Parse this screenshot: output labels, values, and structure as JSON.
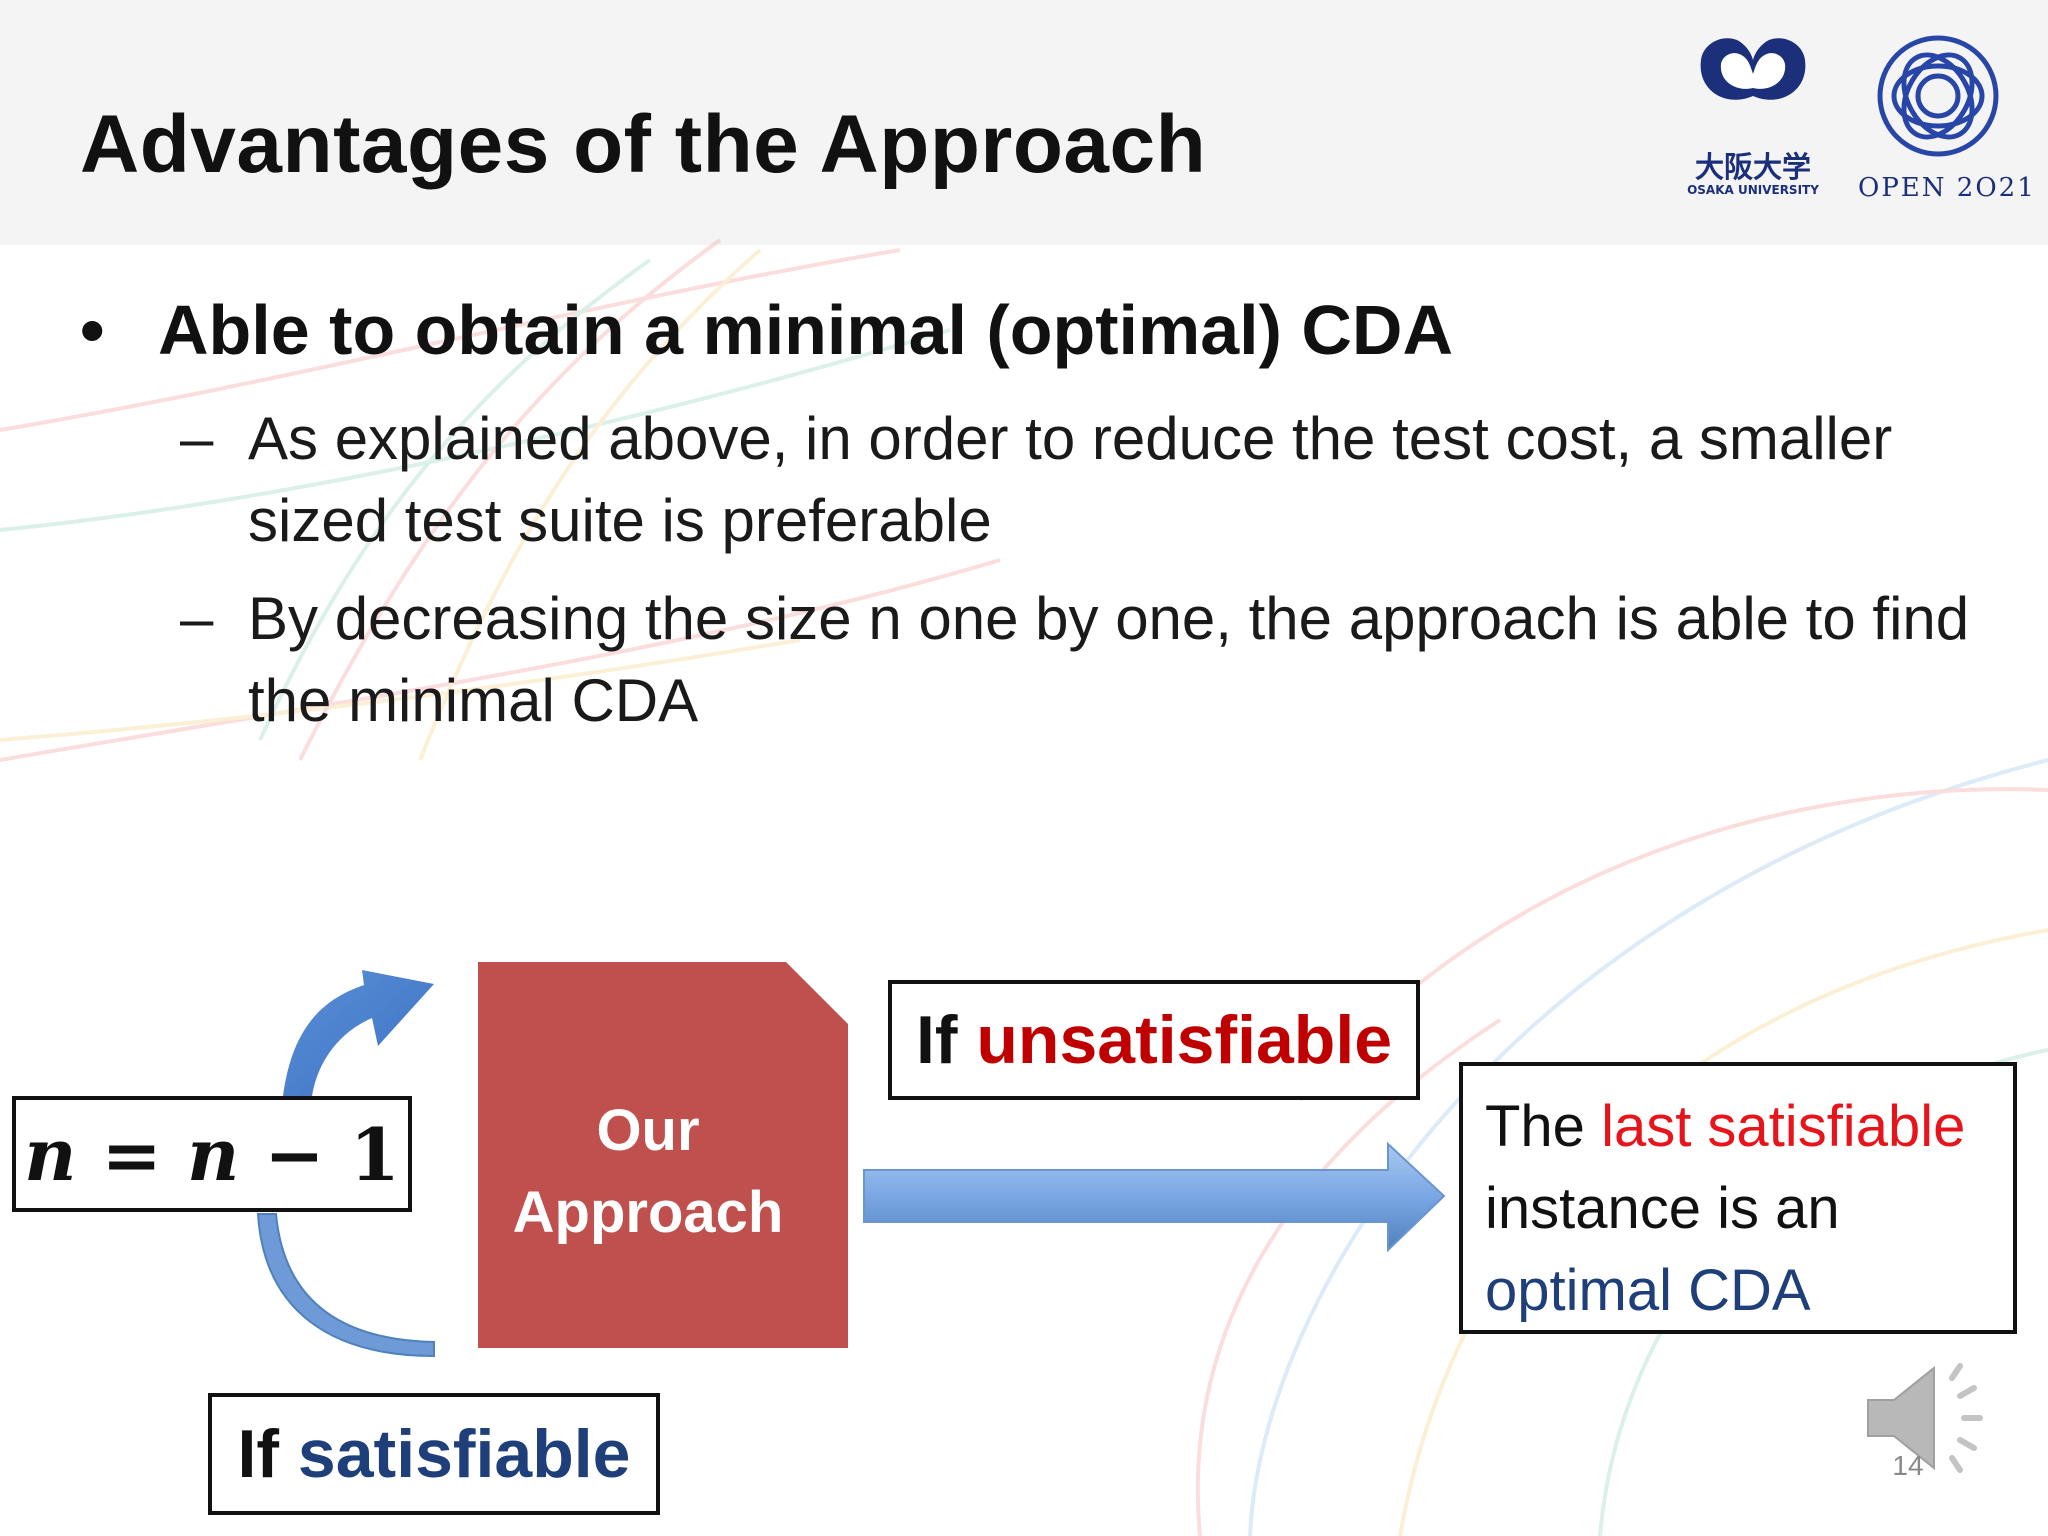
{
  "slide": {
    "title": "Advantages of the Approach",
    "logos": {
      "university_kanji": "大阪大学",
      "university_english": "OSAKA UNIVERSITY",
      "open_text": "OPEN 2O21"
    },
    "bullet": {
      "symbol": "•",
      "text": "Able to obtain a minimal (optimal) CDA",
      "subpoints": [
        {
          "dash": "–",
          "text": "As explained above, in order to reduce the test cost, a smaller sized test suite is preferable"
        },
        {
          "dash": "–",
          "text": "By decreasing the size n one by one, the approach is able to find the minimal CDA"
        }
      ]
    },
    "diagram": {
      "equation": {
        "n1": "n",
        "eq": " = ",
        "n2": "n",
        "minus": " − ",
        "one": "1"
      },
      "approach_line1": "Our",
      "approach_line2": "Approach",
      "unsat_prefix": "If ",
      "unsat_word": "unsatisfiable",
      "sat_prefix": "If ",
      "sat_word": "satisfiable",
      "result": {
        "part1": "The ",
        "part2": "last satisfiable",
        "part3": " instance is an ",
        "part4": "optimal CDA"
      }
    },
    "slide_number": "14",
    "colors": {
      "approach_fill": "#c0504d",
      "arrow_blue": "#4f81bd",
      "highlight_red": "#e8141b",
      "unsat_red": "#c00000",
      "navy": "#1f3f7a"
    }
  }
}
